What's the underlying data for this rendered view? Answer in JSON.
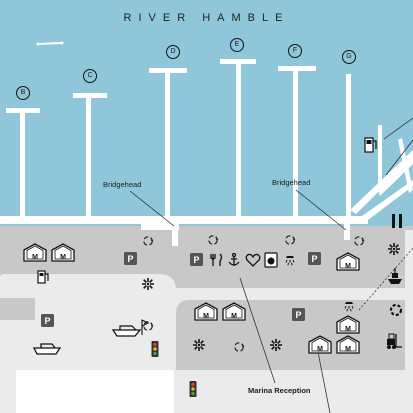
{
  "map": {
    "title": "RIVER HAMBLE",
    "piers": [
      "B",
      "C",
      "D",
      "E",
      "F",
      "G"
    ],
    "labels": {
      "bridgehead_left": "Bridgehead",
      "bridgehead_right": "Bridgehead",
      "reception": "Marina Reception"
    },
    "icon_text": {
      "toilets_m": "M",
      "parking_p": "P"
    },
    "colors": {
      "water": "#8fc6d9",
      "land": "#c8c8c8",
      "road": "#ebebeb",
      "pontoon": "#ffffff"
    },
    "legend_icons": [
      "pontoon-pier",
      "fuel-pump-icon",
      "toilets-icon",
      "parking-icon",
      "recycling-icon",
      "first-aid-icon",
      "restaurant-icon",
      "anchor-icon",
      "heart-icon",
      "laundry-icon",
      "shower-icon",
      "boat-hoist-icon",
      "boat-storage-icon",
      "traffic-light-icon",
      "forklift-icon",
      "lifebuoy-icon"
    ]
  }
}
